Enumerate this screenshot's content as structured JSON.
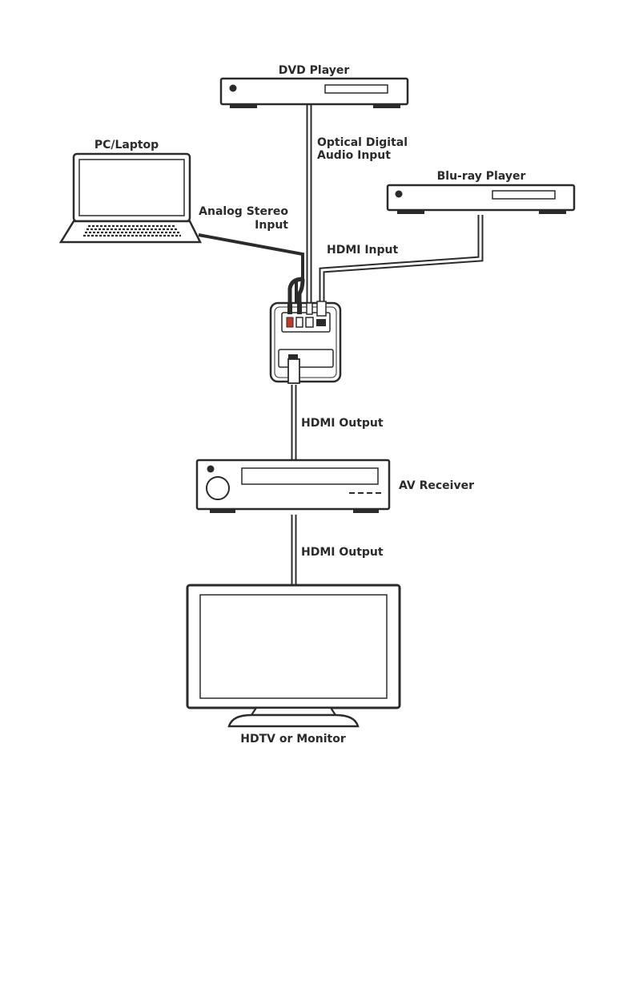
{
  "devices": {
    "dvd_player": "DVD Player",
    "pc_laptop": "PC/Laptop",
    "bluray_player": "Blu-ray Player",
    "av_receiver": "AV Receiver",
    "hdtv_monitor": "HDTV or Monitor"
  },
  "connections": {
    "optical_line1": "Optical Digital",
    "optical_line2": "Audio Input",
    "analog_line1": "Analog Stereo",
    "analog_line2": "Input",
    "hdmi_input": "HDMI Input",
    "hdmi_output_converter": "HDMI Output",
    "hdmi_output_receiver": "HDMI Output"
  },
  "colors": {
    "stroke": "#2b2b2b",
    "audio_red": "#c0392b"
  }
}
